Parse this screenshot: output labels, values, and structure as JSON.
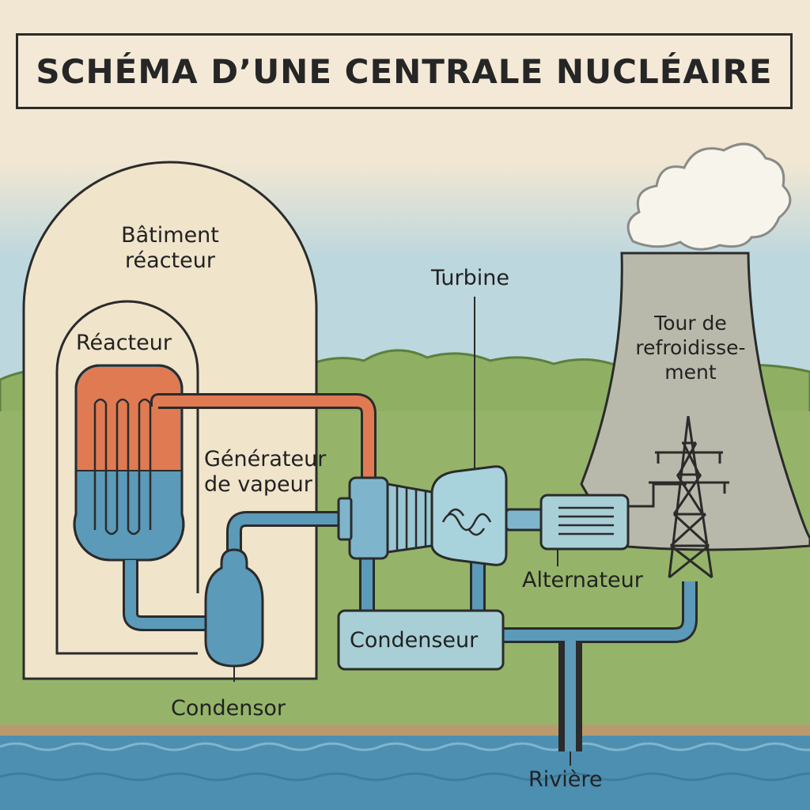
{
  "diagram": {
    "title": "SCHÉMA D’UNE CENTRALE NUCLÉAIRE",
    "labels": {
      "batiment_reacteur": "Bâtiment réacteur",
      "reacteur": "Réacteur",
      "generateur_vapeur": "Générateur de vapeur",
      "turbine": "Turbine",
      "tour_refroidissement": "Tour de refroidisse- ment",
      "alternateur": "Alternateur",
      "condenseur": "Condenseur",
      "condensor": "Condensor",
      "riviere": "Rivière"
    }
  },
  "colors": {
    "sky_top": "#f1e7d2",
    "sky_bottom": "#bcd7de",
    "grass": "#95b46a",
    "river": "#4d8fb1",
    "building": "#f0e4cb",
    "hot_water": "#e07a52",
    "cold_water": "#5b9ab8",
    "machinery": "#9bc6d3",
    "cooling_tower": "#b9b9ab",
    "outline": "#2b2b2b"
  }
}
